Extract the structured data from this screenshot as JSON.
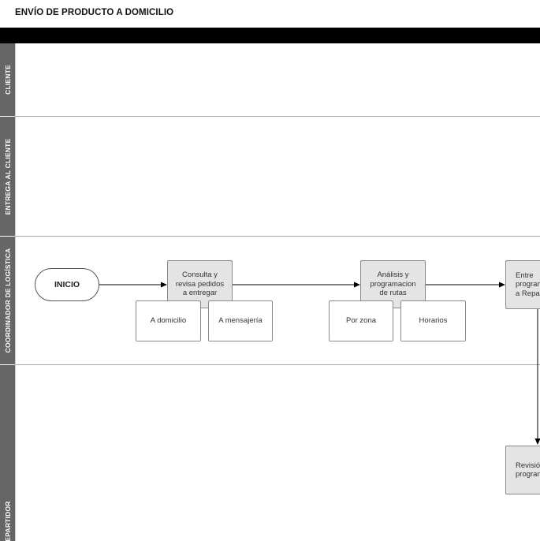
{
  "title": "ENVÍO DE PRODUCTO A DOMICILIO",
  "lanes": {
    "cliente": "CLIENTE",
    "entrega": "ENTREGA AL CLIENTE",
    "coordinador": "COORDINADOR DE LOGÍSTICA",
    "repartidor": "EPARTIDOR"
  },
  "nodes": {
    "inicio": "INICIO",
    "consulta": "Consulta y\nrevisa pedidos\na entregar",
    "a_domicilio": "A domicilio",
    "a_mensajeria": "A mensajería",
    "analisis": "Análisis y\nprogramacion\nde rutas",
    "por_zona": "Por zona",
    "horarios": "Horarios",
    "entrega_prog": "Entre\nprogram\na Repa",
    "revision": "Revisió\nprogram"
  }
}
